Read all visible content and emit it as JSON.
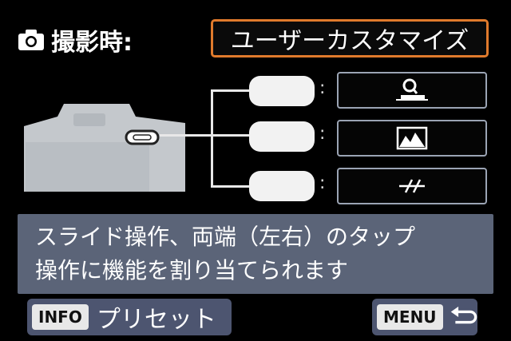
{
  "header": {
    "icon": "camera-icon",
    "label": "撮影時:"
  },
  "mode": {
    "value": "ユーザーカスタマイズ",
    "accent": "#e07a2c"
  },
  "assignments": [
    {
      "separator": ":",
      "icon": "zoom-icon"
    },
    {
      "separator": ":",
      "icon": "picture-style-icon"
    },
    {
      "separator": ":",
      "icon": "disabled-icon"
    }
  ],
  "description": {
    "line1": "スライド操作、両端（左右）のタップ",
    "line2": "操作に機能を割り当てられます"
  },
  "footer": {
    "info_key": "INFO",
    "info_label": "プリセット",
    "menu_key": "MENU",
    "back_icon": "return-arrow-icon"
  }
}
